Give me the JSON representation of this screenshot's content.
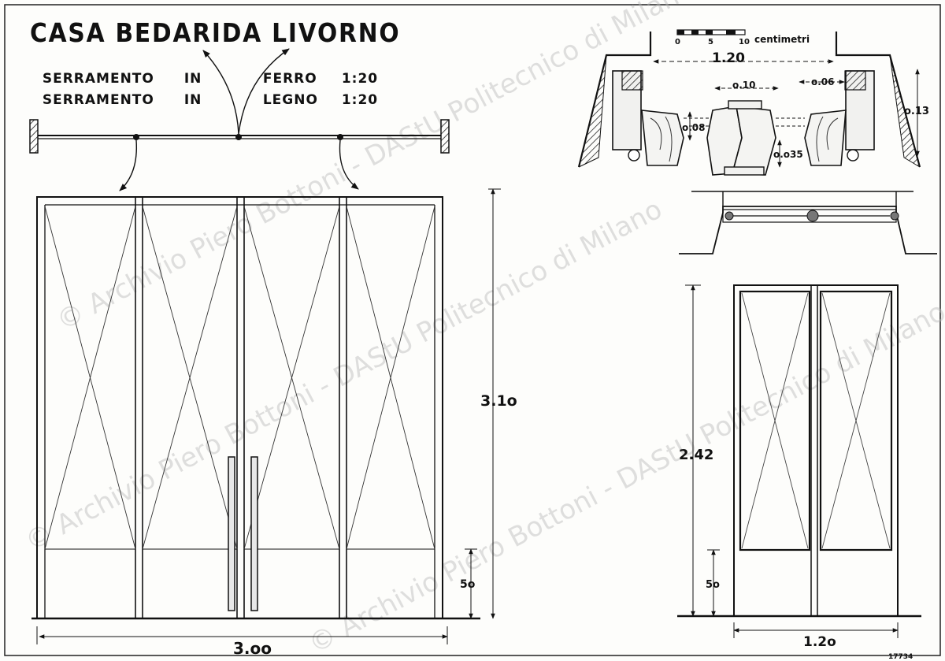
{
  "title": "CASA BEDARIDA LIVORNO",
  "subtitles": [
    {
      "a": "SERRAMENTO",
      "b": "IN",
      "c": "FERRO",
      "scale": "1:20"
    },
    {
      "a": "SERRAMENTO",
      "b": "IN",
      "c": "LEGNO",
      "scale": "1:20"
    }
  ],
  "scale_bar": {
    "ticks": [
      "0",
      "5",
      "10"
    ],
    "unit": "centimetri"
  },
  "dimensions": {
    "section_width": "1.20",
    "d_010": "o.10",
    "d_006": "o.06",
    "d_013": "o.13",
    "d_008": "o.08",
    "d_0035": "o.o35",
    "iron_height": "3.1o",
    "iron_width": "3.oo",
    "iron_base": "5o",
    "wood_height": "2.42",
    "wood_width": "1.2o",
    "wood_base": "5o"
  },
  "watermark": "© Archivio Piero Bottoni - DAStU Politecnico di Milano",
  "catalog_number": "17734"
}
